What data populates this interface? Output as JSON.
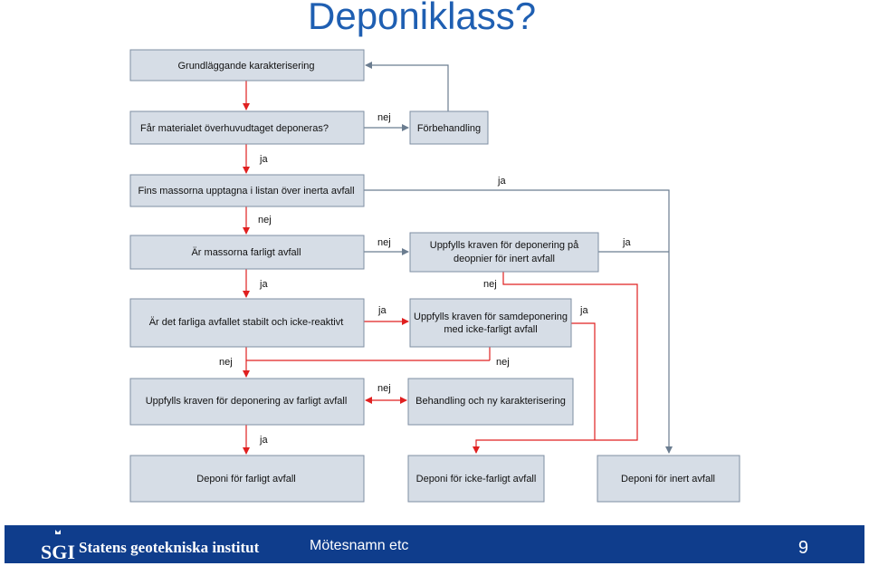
{
  "slide": {
    "title": "Deponiklass?",
    "meeting": "Mötesnamn etc",
    "page_number": "9",
    "institute": "Statens geotekniska institut"
  },
  "boxes": {
    "grund": "Grundläggande karakterisering",
    "material": "Får materialet överhuvudtaget deponeras?",
    "forbehandling": "Förbehandling",
    "listan": "Fins massorna upptagna i listan över inerta avfall",
    "farligt": "Är massorna farligt avfall",
    "inert_krav_1": "Uppfylls kraven för deponering på",
    "inert_krav_2": "deopnier för inert avfall",
    "stabilt": "Är det farliga avfallet stabilt och icke-reaktivt",
    "samdep_1": "Uppfylls kraven för samdeponering",
    "samdep_2": "med icke-farligt avfall",
    "farligt_krav": "Uppfylls kraven för deponering av farligt avfall",
    "behandling": "Behandling och ny karakterisering",
    "dep_farligt": "Deponi för farligt avfall",
    "dep_ickefarligt": "Deponi för icke-farligt avfall",
    "dep_inert": "Deponi för inert avfall"
  },
  "labels": {
    "ja": "ja",
    "nej": "nej"
  },
  "colors": {
    "title": "#1f5fb2",
    "box_fill": "#d6dde6",
    "arrow_red": "#e02020",
    "arrow_gray": "#6b7d90",
    "footer": "#0f3d8c"
  }
}
